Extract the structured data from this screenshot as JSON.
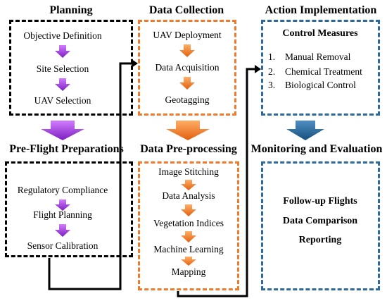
{
  "planning": {
    "title": "Planning",
    "steps": [
      "Objective Definition",
      "Site Selection",
      "UAV Selection"
    ]
  },
  "preflight": {
    "title": "Pre-Flight Preparations",
    "steps": [
      "Regulatory Compliance",
      "Flight Planning",
      "Sensor Calibration"
    ]
  },
  "data_collection": {
    "title": "Data Collection",
    "steps": [
      "UAV Deployment",
      "Data Acquisition",
      "Geotagging"
    ]
  },
  "preprocessing": {
    "title": "Data Pre-processing",
    "steps": [
      "Image Stitching",
      "Data Analysis",
      "Vegetation Indices",
      "Machine Learning",
      "Mapping"
    ]
  },
  "action": {
    "title": "Action Implementation",
    "subtitle": "Control Measures",
    "items": [
      {
        "num": "1.",
        "label": "Manual Removal"
      },
      {
        "num": "2.",
        "label": "Chemical Treatment"
      },
      {
        "num": "3.",
        "label": "Biological Control"
      }
    ]
  },
  "monitoring": {
    "title": "Monitoring and Evaluation",
    "items": [
      "Follow-up Flights",
      "Data Comparison",
      "Reporting"
    ]
  },
  "colors": {
    "black_border": "#000000",
    "orange_border": "#ee7a2b",
    "blue_border": "#2b6a9a",
    "purple_arrow": "#9b30d9",
    "orange_arrow": "#ee6f1a",
    "blue_arrow": "#1f5f8f"
  }
}
